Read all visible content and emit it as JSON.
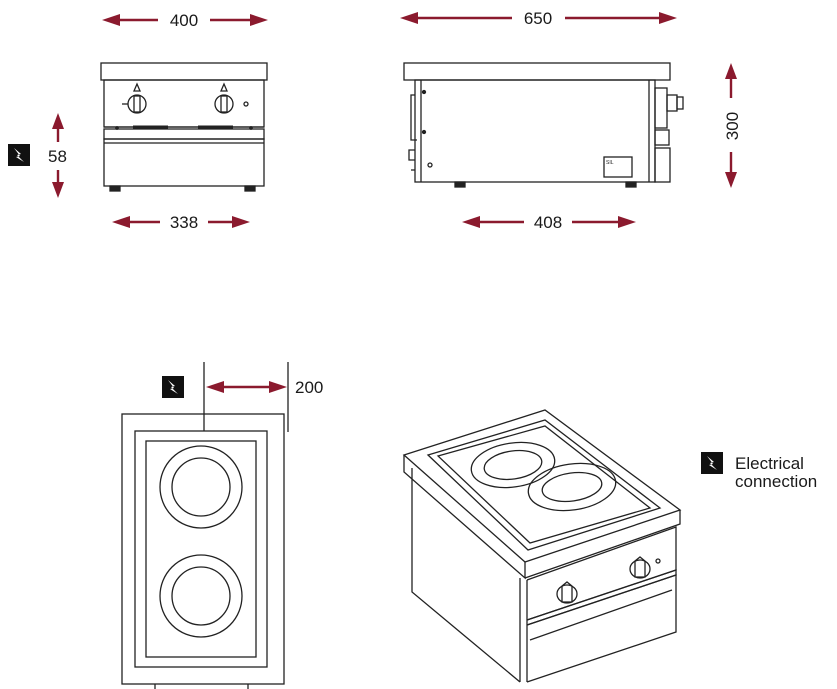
{
  "dimensions": {
    "front_width": "400",
    "side_length": "650",
    "connection_height": "58",
    "foot_spacing_front": "338",
    "foot_spacing_side": "408",
    "height": "300",
    "connection_offset": "200"
  },
  "side_plate": "SIL",
  "legend": {
    "icon": "electrical-connection-icon",
    "line1": "Electrical",
    "line2": "connection"
  },
  "colors": {
    "arrow": "#8b1a2e",
    "line": "#222222",
    "icon_bg": "#111111"
  }
}
